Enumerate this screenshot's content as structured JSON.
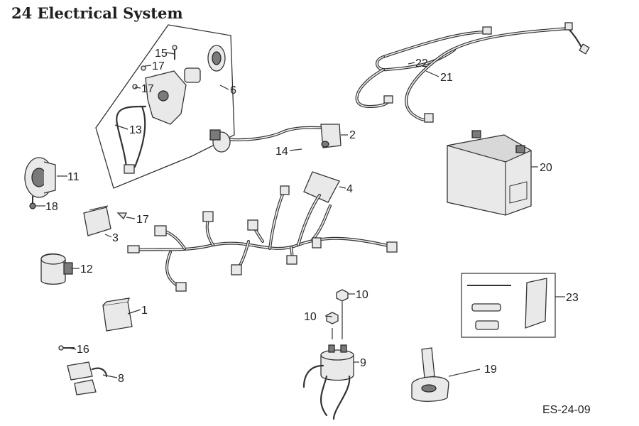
{
  "title": "24 Electrical System",
  "diagram_code": "ES-24-09",
  "callouts": [
    {
      "id": "part-1",
      "label": "1"
    },
    {
      "id": "part-2",
      "label": "2"
    },
    {
      "id": "part-3",
      "label": "3"
    },
    {
      "id": "part-4",
      "label": "4"
    },
    {
      "id": "part-6",
      "label": "6"
    },
    {
      "id": "part-8",
      "label": "8"
    },
    {
      "id": "part-9",
      "label": "9"
    },
    {
      "id": "part-10a",
      "label": "10"
    },
    {
      "id": "part-10b",
      "label": "10"
    },
    {
      "id": "part-11",
      "label": "11"
    },
    {
      "id": "part-12",
      "label": "12"
    },
    {
      "id": "part-13",
      "label": "13"
    },
    {
      "id": "part-14",
      "label": "14"
    },
    {
      "id": "part-15",
      "label": "15"
    },
    {
      "id": "part-16",
      "label": "16"
    },
    {
      "id": "part-17a",
      "label": "17"
    },
    {
      "id": "part-17b",
      "label": "17"
    },
    {
      "id": "part-17c",
      "label": "17"
    },
    {
      "id": "part-18",
      "label": "18"
    },
    {
      "id": "part-19",
      "label": "19"
    },
    {
      "id": "part-20",
      "label": "20"
    },
    {
      "id": "part-21",
      "label": "21"
    },
    {
      "id": "part-22",
      "label": "22"
    },
    {
      "id": "part-23",
      "label": "23"
    }
  ]
}
